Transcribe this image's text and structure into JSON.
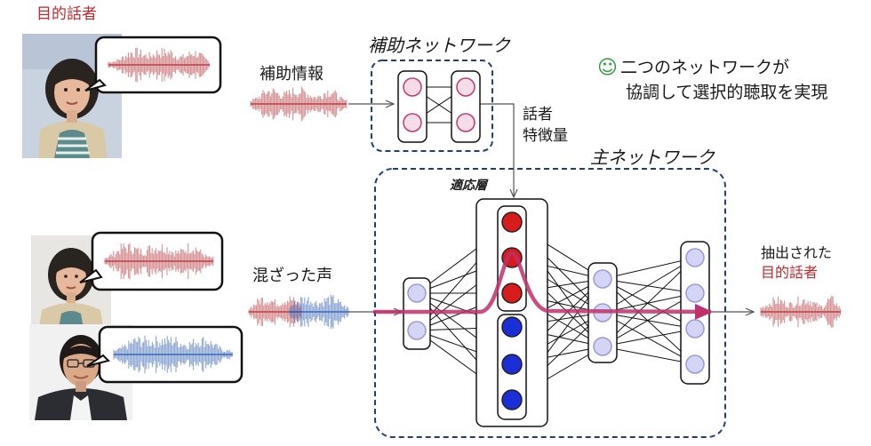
{
  "labels": {
    "target_speaker": "目的話者",
    "aux_network_title": "補助ネットワーク",
    "aux_info": "補助情報",
    "speaker_feature_line1": "話者",
    "speaker_feature_line2": "特徴量",
    "main_network_title": "主ネットワーク",
    "adaptation_layer": "適応層",
    "mixed_voice": "混ざった声",
    "extracted_line1": "抽出された",
    "extracted_line2": "目的話者",
    "note_line1": "二つのネットワークが",
    "note_line2": "協調して選択的聴取を実現"
  },
  "colors": {
    "target_red": "#c0282d",
    "waveform_red": "#b5353c",
    "waveform_blue": "#2f5fb0",
    "network_blue_dash": "#1f3f78",
    "node_red": "#d81b1b",
    "node_blue": "#1c2fd6",
    "node_lavender": "#d4d4f4",
    "node_pink": "#f4dde8",
    "highlight_magenta": "#c0306a",
    "smiley_green": "#2e9a3a"
  },
  "icons": {
    "smiley": "smiley-icon"
  }
}
